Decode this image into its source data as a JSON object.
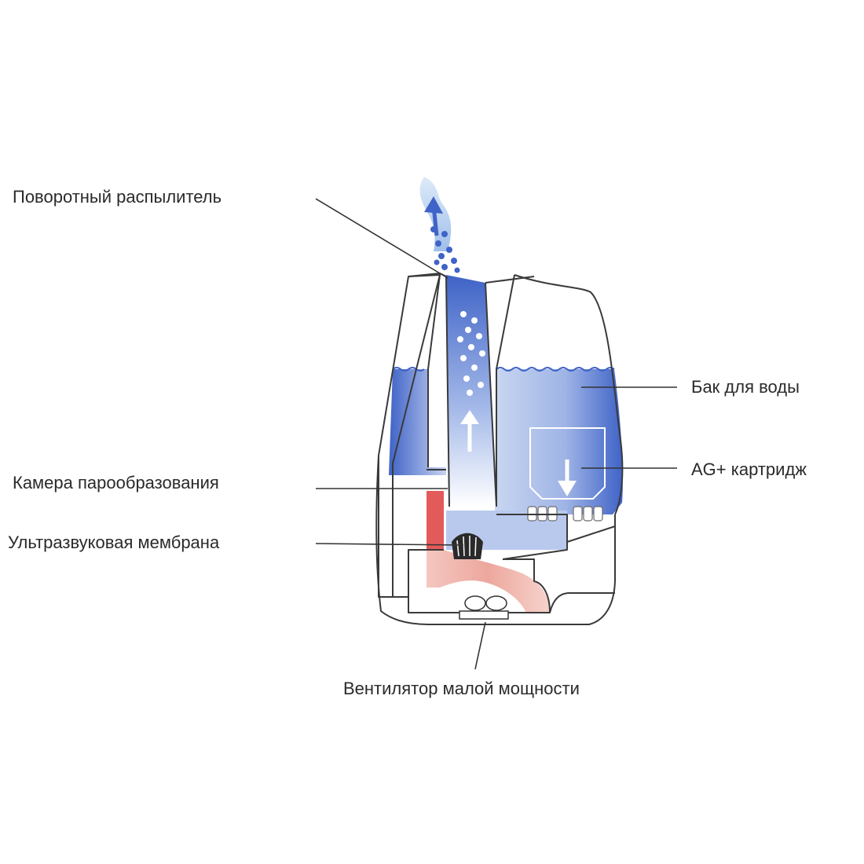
{
  "labels": {
    "rotary_sprayer": "Поворотный распылитель",
    "water_tank": "Бак для воды",
    "ag_cartridge": "AG+ картридж",
    "vapor_chamber": "Камера парообразования",
    "ultrasonic_membrane": "Ультразвуковая мембрана",
    "fan": "Вентилятор малой мощности"
  },
  "colors": {
    "water": "#3f63c7",
    "water_light": "#dfe6f7",
    "mist": "#8fb4e6",
    "heat": "#e25a5a",
    "outline": "#3a3a3a"
  },
  "icons": {
    "mist_arrow": "arrow-up-icon",
    "cartridge_arrow": "arrow-down-icon",
    "fan": "fan-icon",
    "membrane": "membrane-icon"
  }
}
